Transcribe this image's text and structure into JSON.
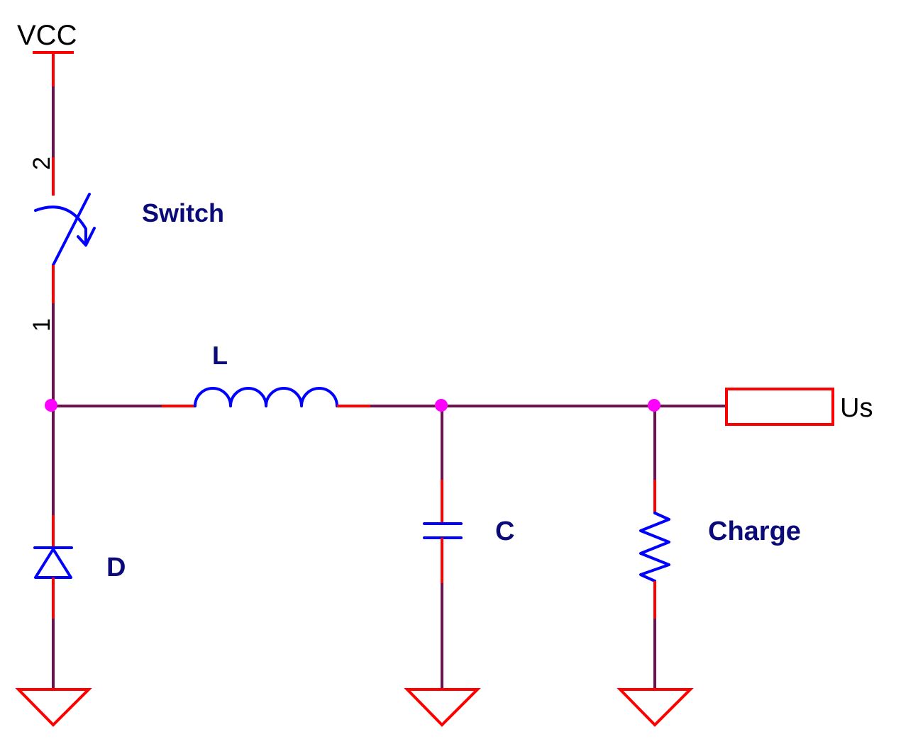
{
  "colors": {
    "wire": "#6e1150",
    "pin": "#ff0000",
    "symbol": "#0000ff",
    "label": "#0a0a78",
    "junction": "#ff00ff",
    "power_label": "#000000"
  },
  "power": {
    "vcc_label": "VCC"
  },
  "switch": {
    "name": "Switch",
    "pin2": "2",
    "pin1": "1"
  },
  "inductor": {
    "name": "L"
  },
  "diode": {
    "name": "D"
  },
  "capacitor": {
    "name": "C"
  },
  "resistor": {
    "name": "Charge"
  },
  "output_port": {
    "name": "Us"
  },
  "icons": [
    "ground-icon",
    "switch-icon",
    "inductor-icon",
    "diode-icon",
    "capacitor-icon",
    "resistor-icon",
    "output-port-icon",
    "vcc-icon"
  ]
}
